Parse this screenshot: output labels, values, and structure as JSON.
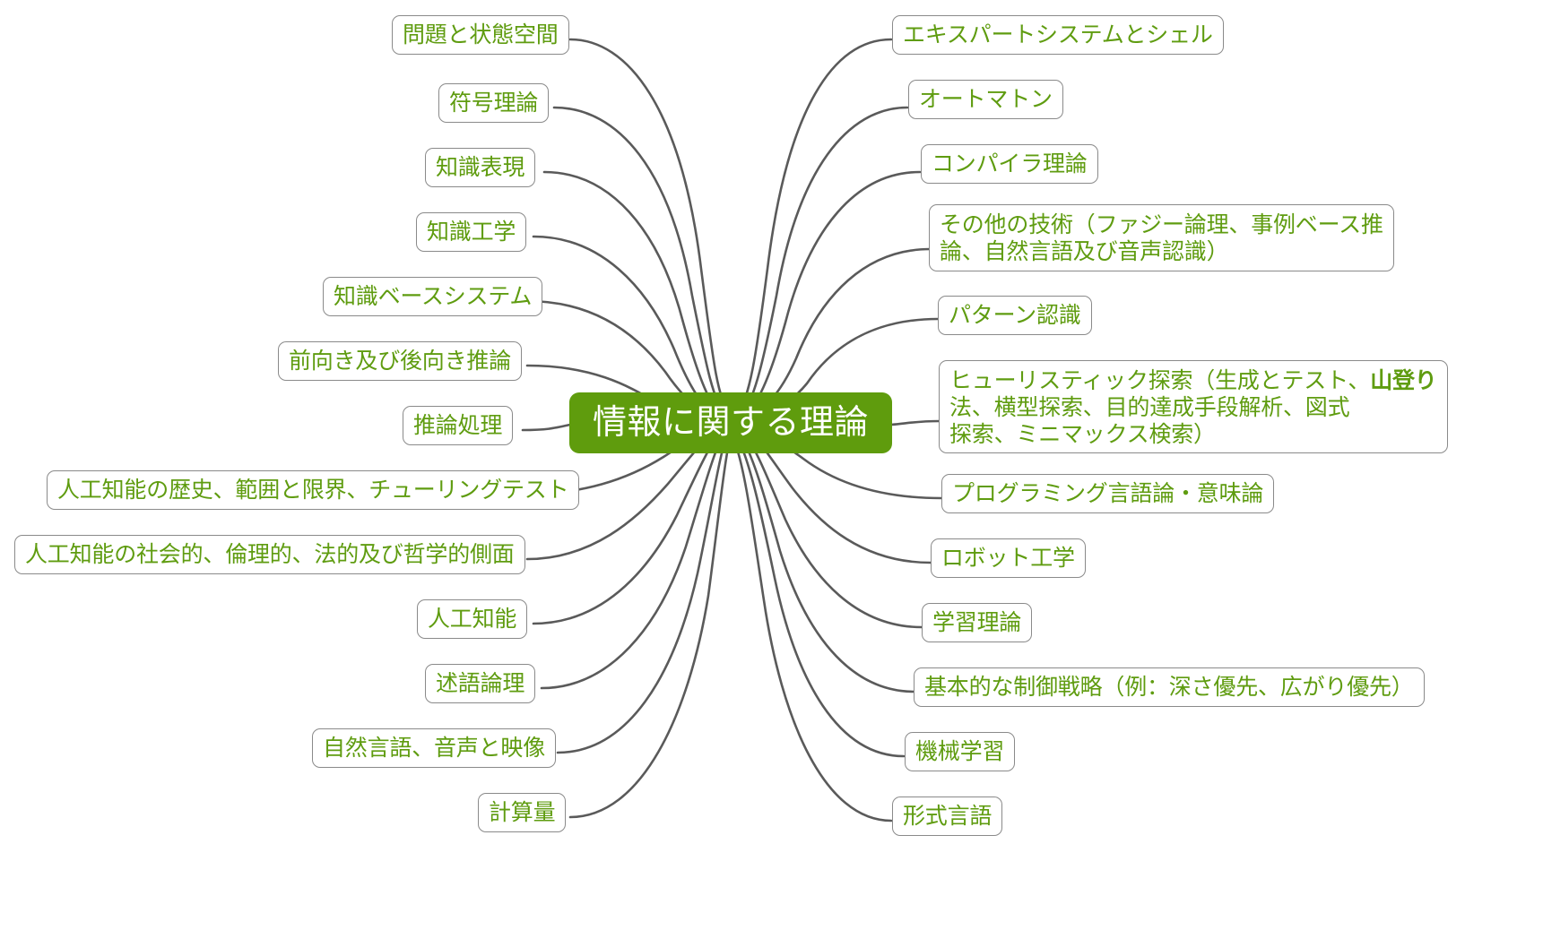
{
  "diagram": {
    "type": "mind-map",
    "title": "情報に関する理論",
    "background_color": "#ffffff",
    "central_node_color": "#5f9c0d",
    "central_text_color": "#ffffff",
    "branch_text_color": "#5f9c10",
    "branch_border_color": "#8a8a8a",
    "connector_color": "#5a5a5a"
  },
  "central": {
    "label": "情報に関する理論"
  },
  "left_branches": [
    {
      "label": "問題と状態空間"
    },
    {
      "label": "符号理論"
    },
    {
      "label": "知識表現"
    },
    {
      "label": "知識工学"
    },
    {
      "label": "知識ベースシステム"
    },
    {
      "label": "前向き及び後向き推論"
    },
    {
      "label": "推論処理"
    },
    {
      "label": "人工知能の歴史、範囲と限界、チューリングテスト"
    },
    {
      "label": "人工知能の社会的、倫理的、法的及び哲学的側面"
    },
    {
      "label": "人工知能"
    },
    {
      "label": "述語論理"
    },
    {
      "label": "自然言語、音声と映像"
    },
    {
      "label": "計算量"
    }
  ],
  "right_branches": [
    {
      "label": "エキスパートシステムとシェル"
    },
    {
      "label": "オートマトン"
    },
    {
      "label": "コンパイラ理論"
    },
    {
      "label": "その他の技術（ファジー論理、事例ベース推\n論、自然言語及び音声認識）"
    },
    {
      "label": "パターン認識"
    },
    {
      "label": "ヒューリスティック探索（生成とテスト、山登り\n法、横型探索、目的達成手段解析、図式\n探索、ミニマックス検索）"
    },
    {
      "label": "プログラミング言語論・意味論"
    },
    {
      "label": "ロボット工学"
    },
    {
      "label": "学習理論"
    },
    {
      "label": "基本的な制御戦略（例：深さ優先、広がり優先）"
    },
    {
      "label": "機械学習"
    },
    {
      "label": "形式言語"
    }
  ]
}
